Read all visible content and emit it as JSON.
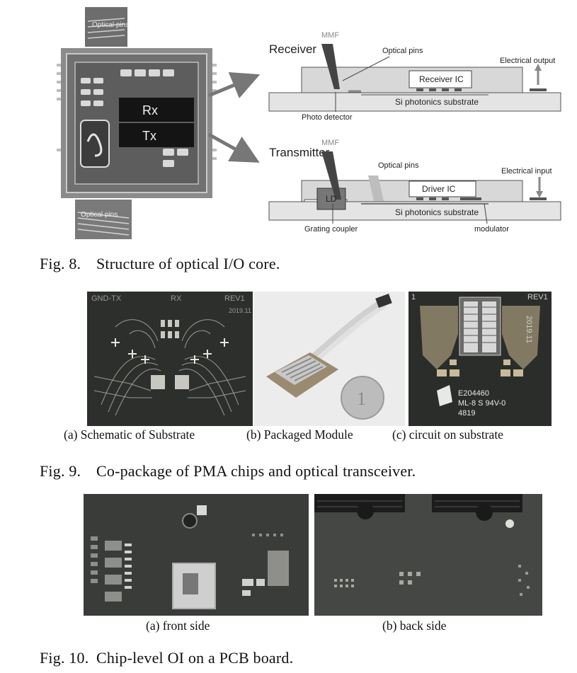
{
  "fig8": {
    "photo": {
      "rx": "Rx",
      "tx": "Tx",
      "optical_pins_top": "Optical pins",
      "optical_pins_bottom": "Optical pins"
    },
    "receiver": {
      "heading": "Receiver",
      "mmf": "MMF",
      "optical_pins": "Optical pins",
      "ic": "Receiver IC",
      "electrical": "Electrical output",
      "substrate": "Si photonics substrate",
      "detector": "Photo detector"
    },
    "transmitter": {
      "heading": "Transmitter",
      "mmf": "MMF",
      "optical_pins": "Optical pins",
      "ic": "Driver IC",
      "electrical": "Electrical input",
      "ld": "LD",
      "substrate": "Si photonics substrate",
      "grating": "Grating coupler",
      "modulator": "modulator"
    },
    "caption_num": "Fig. 8.",
    "caption_text": "Structure of optical I/O core."
  },
  "fig9": {
    "photo_a": {
      "gnd": "GND-TX",
      "rx": "RX",
      "rev": "REV1",
      "year": "2019.11"
    },
    "photo_c": {
      "one": "1",
      "rev": "REV1",
      "year": "2019.11",
      "code1": "E204460",
      "code2": "ML-8 S 94V-0",
      "code3": "4819"
    },
    "sub_a": "(a) Schematic of Substrate",
    "sub_b": "(b) Packaged Module",
    "sub_c": "(c) circuit on substrate",
    "caption_num": "Fig. 9.",
    "caption_text": "Co-package of PMA chips and optical transceiver."
  },
  "fig10": {
    "sub_a": "(a) front side",
    "sub_b": "(b) back side",
    "caption_num": "Fig. 10.",
    "caption_text": "Chip-level OI on a PCB board."
  },
  "colors": {
    "pcb_dark": "#2b2d2b",
    "pcb_mid": "#4a4c4a",
    "trace": "#b8b8b0",
    "diagram_fill": "#d8d8d8",
    "arrow": "#777777"
  }
}
